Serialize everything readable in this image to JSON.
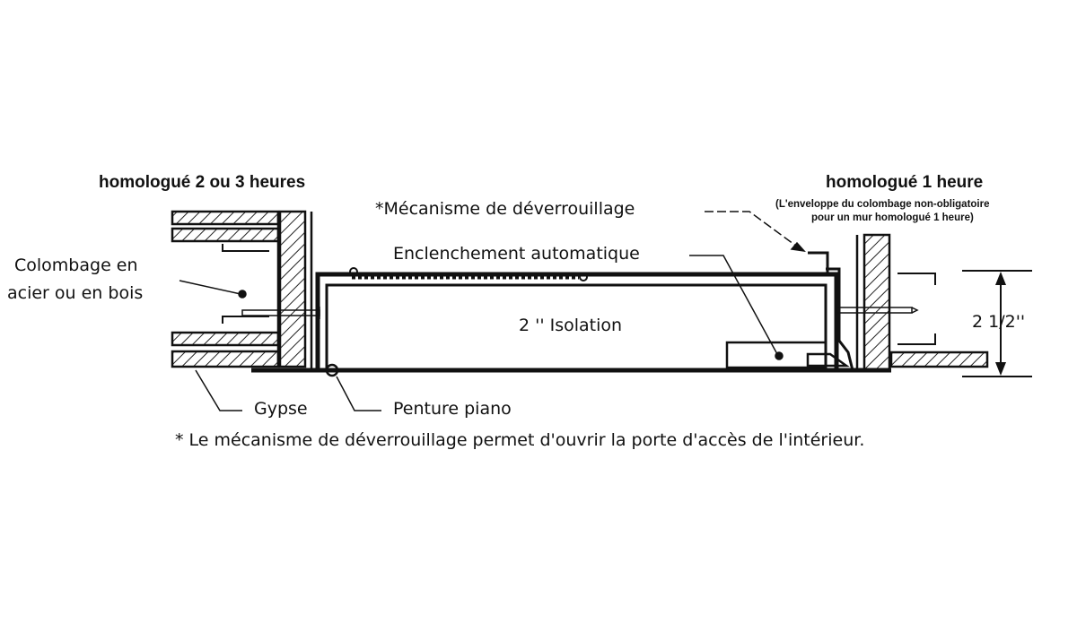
{
  "labels": {
    "title_left": "homologué 2 ou 3 heures",
    "title_right": "homologué 1 heure",
    "note_right_line1": "(L'enveloppe du colombage non-obligatoire",
    "note_right_line2": "pour un mur homologué 1 heure)",
    "mechanism": "*Mécanisme de déverrouillage",
    "auto_latch": "Enclenchement automatique",
    "stud_line1": "Colombage en",
    "stud_line2": "acier ou en bois",
    "insulation": "2 '' Isolation",
    "dimension": "2 1/2''",
    "gypsum": "Gypse",
    "piano_hinge": "Penture piano",
    "footnote": "* Le mécanisme de déverrouillage permet d'ouvrir la porte d'accès de l'intérieur."
  },
  "colors": {
    "line": "#111111",
    "hatch": "#222222",
    "background": "#ffffff"
  }
}
